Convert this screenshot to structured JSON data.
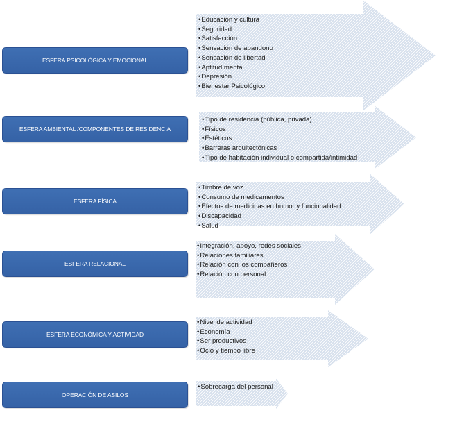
{
  "colors": {
    "box_fill": "#3f6fb3",
    "box_border": "#2b5193",
    "box_text": "#ffffff",
    "arrow_fill": "#d5dfec",
    "arrow_stripe": "#ffffff",
    "item_text": "#1a1a1a"
  },
  "rows": [
    {
      "label": "ESFERA PSICOLÓGICA Y EMOCIONAL",
      "items": [
        "Educación y cultura",
        "Seguridad",
        "Satisfacción",
        "Sensación de abandono",
        "Sensación de libertad",
        "Aptitud mental",
        "Depresión",
        "Bienestar Psicológico"
      ]
    },
    {
      "label": "ESFERA AMBIENTAL /COMPONENTES DE RESIDENCIA",
      "items": [
        "Tipo de residencia (pública, privada)",
        "Físicos",
        "Estéticos",
        "Barreras arquitectónicas",
        "Tipo de habitación individual o compartida/intimidad"
      ]
    },
    {
      "label": "ESFERA FÍSICA",
      "items": [
        "Timbre de voz",
        "Consumo de medicamentos",
        "Efectos de  medicinas en humor y funcionalidad",
        "Discapacidad",
        "Salud"
      ]
    },
    {
      "label": "ESFERA RELACIONAL",
      "items": [
        "Integración, apoyo, redes sociales",
        "Relaciones familiares",
        "Relación con los compañeros",
        "Relación con personal"
      ]
    },
    {
      "label": "ESFERA ECONÓMICA Y ACTIVIDAD",
      "items": [
        "Nivel de actividad",
        "Economía",
        "Ser productivos",
        "Ocio y tiempo libre"
      ]
    },
    {
      "label": "OPERACIÓN DE ASILOS",
      "items": [
        "Sobrecarga del personal"
      ]
    }
  ]
}
